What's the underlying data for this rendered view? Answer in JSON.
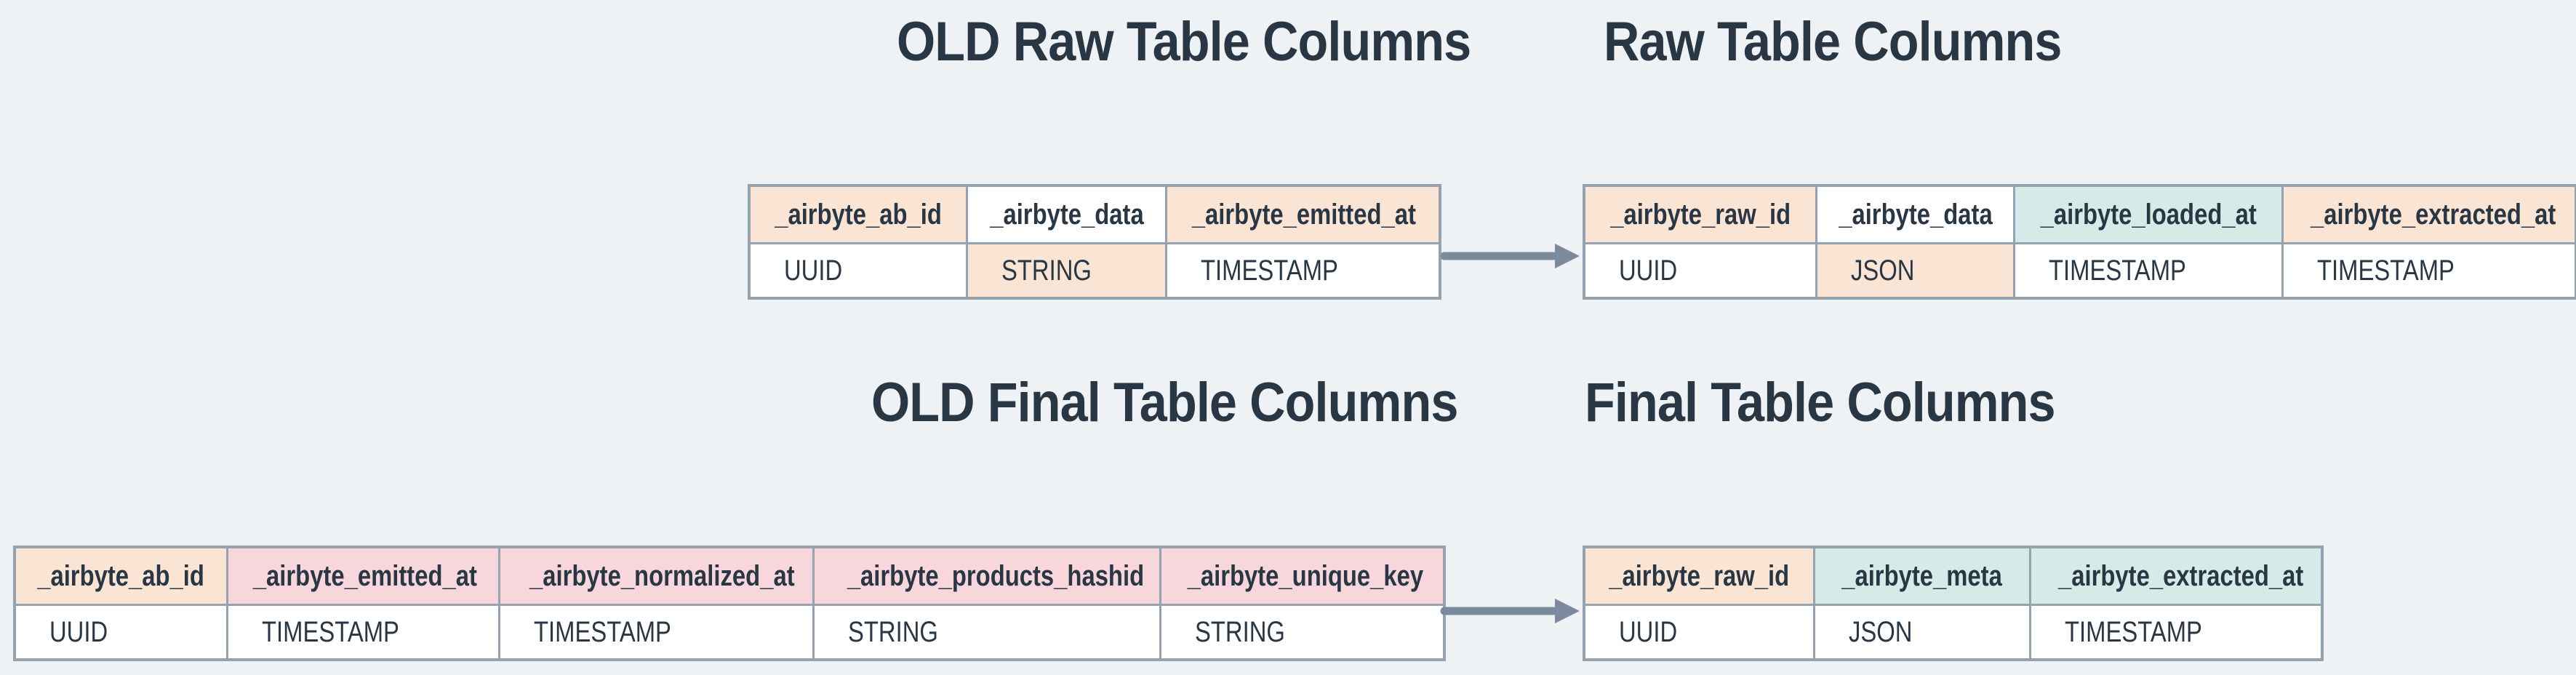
{
  "titles": {
    "old_raw": "OLD Raw Table Columns",
    "raw": "Raw Table Columns",
    "old_final": "OLD Final Table Columns",
    "final": "Final Table Columns"
  },
  "colors": {
    "background": "#eef2f5",
    "peach": "#fae5d5",
    "pink": "#f7d7dc",
    "teal": "#d5ebe8",
    "white": "#ffffff",
    "border": "#95a2b0",
    "text": "#293745",
    "arrow": "#7b8a9c"
  },
  "tables": {
    "old_raw": {
      "columns": [
        {
          "header": "_airbyte_ab_id",
          "header_bg": "peach",
          "type": "UUID",
          "type_bg": "white"
        },
        {
          "header": "_airbyte_data",
          "header_bg": "white",
          "type": "STRING",
          "type_bg": "peach"
        },
        {
          "header": "_airbyte_emitted_at",
          "header_bg": "peach",
          "type": "TIMESTAMP",
          "type_bg": "white"
        }
      ]
    },
    "raw": {
      "columns": [
        {
          "header": "_airbyte_raw_id",
          "header_bg": "peach",
          "type": "UUID",
          "type_bg": "white"
        },
        {
          "header": "_airbyte_data",
          "header_bg": "white",
          "type": "JSON",
          "type_bg": "peach"
        },
        {
          "header": "_airbyte_loaded_at",
          "header_bg": "teal",
          "type": "TIMESTAMP",
          "type_bg": "white"
        },
        {
          "header": "_airbyte_extracted_at",
          "header_bg": "peach",
          "type": "TIMESTAMP",
          "type_bg": "white"
        }
      ]
    },
    "old_final": {
      "columns": [
        {
          "header": "_airbyte_ab_id",
          "header_bg": "peach",
          "type": "UUID",
          "type_bg": "white"
        },
        {
          "header": "_airbyte_emitted_at",
          "header_bg": "pink",
          "type": "TIMESTAMP",
          "type_bg": "white"
        },
        {
          "header": "_airbyte_normalized_at",
          "header_bg": "pink",
          "type": "TIMESTAMP",
          "type_bg": "white"
        },
        {
          "header": "_airbyte_products_hashid",
          "header_bg": "pink",
          "type": "STRING",
          "type_bg": "white"
        },
        {
          "header": "_airbyte_unique_key",
          "header_bg": "pink",
          "type": "STRING",
          "type_bg": "white"
        }
      ]
    },
    "final": {
      "columns": [
        {
          "header": "_airbyte_raw_id",
          "header_bg": "peach",
          "type": "UUID",
          "type_bg": "white"
        },
        {
          "header": "_airbyte_meta",
          "header_bg": "teal",
          "type": "JSON",
          "type_bg": "white"
        },
        {
          "header": "_airbyte_extracted_at",
          "header_bg": "teal",
          "type": "TIMESTAMP",
          "type_bg": "white"
        }
      ]
    }
  },
  "arrows": [
    {
      "name": "raw-migration-arrow",
      "direction": "right"
    },
    {
      "name": "final-migration-arrow",
      "direction": "right"
    }
  ]
}
